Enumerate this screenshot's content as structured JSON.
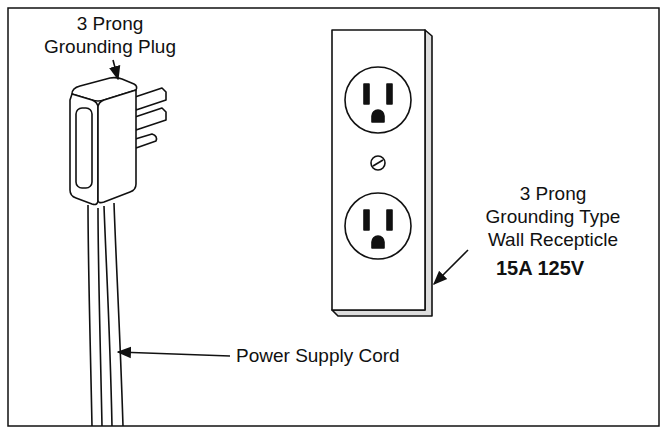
{
  "diagram": {
    "labels": [
      "3 Prong Grounding Plug",
      "3 Prong Grounding Type Wall Recepticle",
      "15A 125V",
      "Power Supply Cord"
    ]
  }
}
